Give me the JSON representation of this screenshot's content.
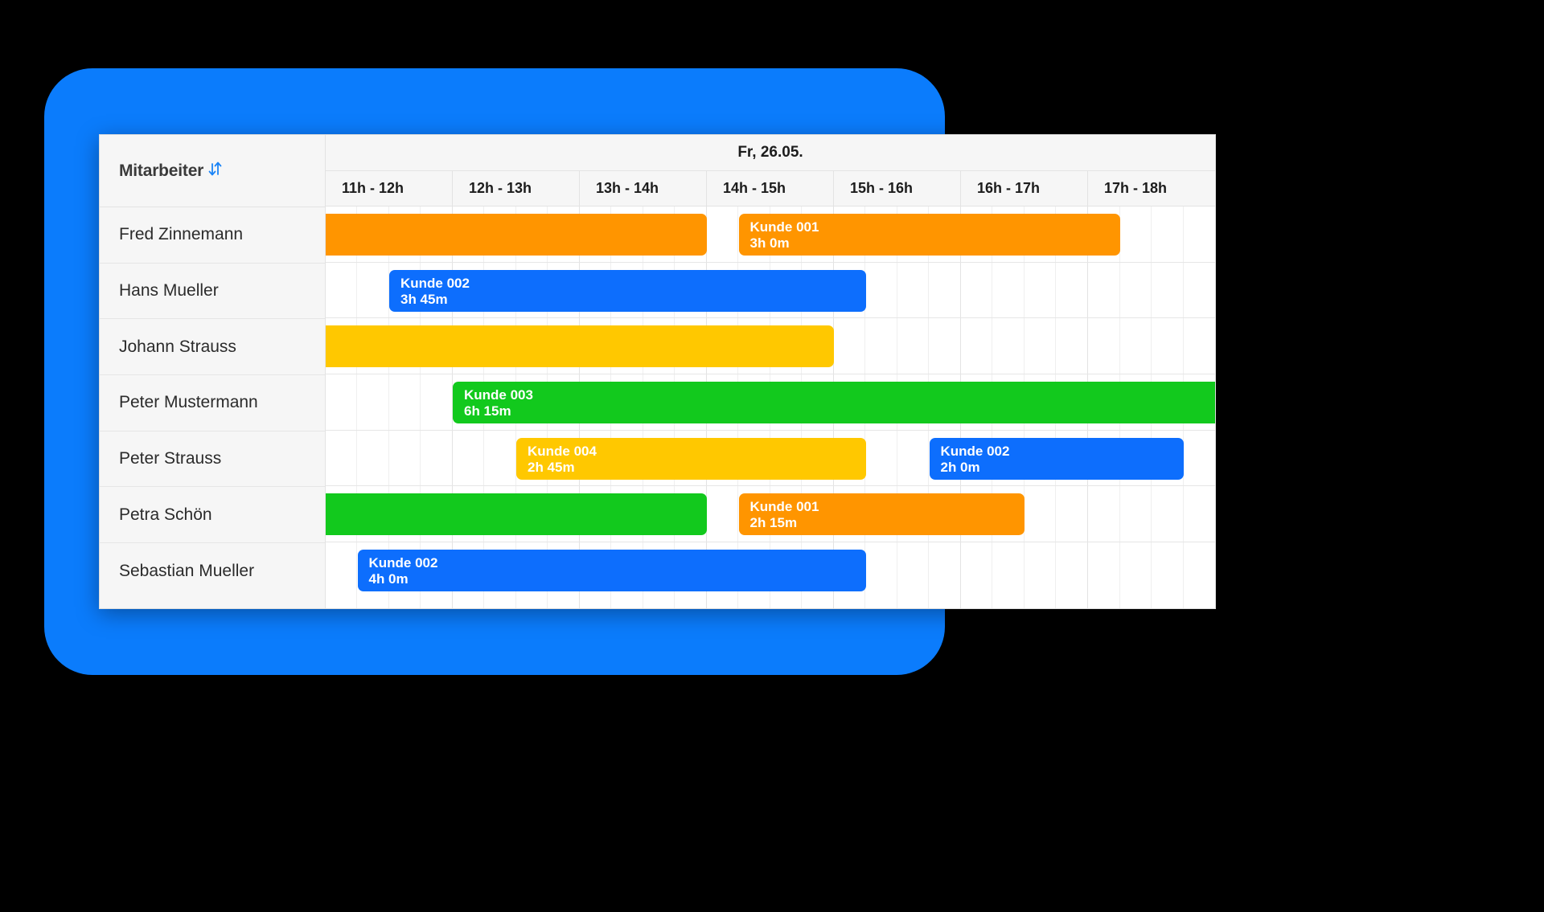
{
  "theme": {
    "backdrop_blue": "#0B7CFC",
    "page_background": "#000000",
    "card_background": "#ffffff",
    "header_background": "#f6f6f6",
    "grid_line": "#e3e3e3",
    "color_orange": "#FF9500",
    "color_blue": "#0D6EFD",
    "color_yellow": "#FFC800",
    "color_green": "#12C91D"
  },
  "table": {
    "resource_header": {
      "label": "Mitarbeiter",
      "sort_icon": "sort-updown-icon"
    },
    "day_header": "Fr, 26.05.",
    "hour_columns": [
      "11h - 12h",
      "12h - 13h",
      "13h - 14h",
      "14h - 15h",
      "15h - 16h",
      "16h - 17h",
      "17h - 18h"
    ],
    "employees": [
      "Fred Zinnemann",
      "Hans Mueller",
      "Johann Strauss",
      "Peter Mustermann",
      "Peter Strauss",
      "Petra Schön",
      "Sebastian Mueller"
    ]
  },
  "chart_data": {
    "type": "bar",
    "title": "Fr, 26.05.",
    "xlabel": "",
    "ylabel": "Mitarbeiter",
    "x_axis_ticks": [
      "11h - 12h",
      "12h - 13h",
      "13h - 14h",
      "14h - 15h",
      "15h - 16h",
      "16h - 17h",
      "17h - 18h"
    ],
    "x_range_hours": [
      11,
      18
    ],
    "grid": true,
    "legend": "none",
    "categories": [
      "Fred Zinnemann",
      "Hans Mueller",
      "Johann Strauss",
      "Peter Mustermann",
      "Peter Strauss",
      "Petra Schön",
      "Sebastian Mueller"
    ],
    "bars": [
      {
        "row": 0,
        "employee": "Fred Zinnemann",
        "title": "",
        "duration": "",
        "color": "#FF9500",
        "start_hour": 11.0,
        "end_hour": 14.0,
        "clipped_left": true,
        "label_visible": false
      },
      {
        "row": 0,
        "employee": "Fred Zinnemann",
        "title": "Kunde 001",
        "duration": "3h 0m",
        "color": "#FF9500",
        "start_hour": 14.25,
        "end_hour": 17.25,
        "clipped_left": false,
        "label_visible": true
      },
      {
        "row": 1,
        "employee": "Hans Mueller",
        "title": "Kunde 002",
        "duration": "3h 45m",
        "color": "#0D6EFD",
        "start_hour": 11.5,
        "end_hour": 15.25,
        "clipped_left": false,
        "label_visible": true
      },
      {
        "row": 2,
        "employee": "Johann Strauss",
        "title": "",
        "duration": "",
        "color": "#FFC800",
        "start_hour": 11.0,
        "end_hour": 15.0,
        "clipped_left": true,
        "label_visible": false
      },
      {
        "row": 3,
        "employee": "Peter Mustermann",
        "title": "Kunde 003",
        "duration": "6h 15m",
        "color": "#12C91D",
        "start_hour": 12.0,
        "end_hour": 18.25,
        "clipped_left": false,
        "clipped_right": true,
        "label_visible": true
      },
      {
        "row": 4,
        "employee": "Peter Strauss",
        "title": "Kunde 004",
        "duration": "2h 45m",
        "color": "#FFC800",
        "start_hour": 12.5,
        "end_hour": 15.25,
        "clipped_left": false,
        "label_visible": true
      },
      {
        "row": 4,
        "employee": "Peter Strauss",
        "title": "Kunde 002",
        "duration": "2h 0m",
        "color": "#0D6EFD",
        "start_hour": 15.75,
        "end_hour": 17.75,
        "clipped_left": false,
        "label_visible": true
      },
      {
        "row": 5,
        "employee": "Petra Schön",
        "title": "",
        "duration": "",
        "color": "#12C91D",
        "start_hour": 11.0,
        "end_hour": 14.0,
        "clipped_left": true,
        "label_visible": false
      },
      {
        "row": 5,
        "employee": "Petra Schön",
        "title": "Kunde 001",
        "duration": "2h 15m",
        "color": "#FF9500",
        "start_hour": 14.25,
        "end_hour": 16.5,
        "clipped_left": false,
        "label_visible": true
      },
      {
        "row": 6,
        "employee": "Sebastian Mueller",
        "title": "Kunde 002",
        "duration": "4h 0m",
        "color": "#0D6EFD",
        "start_hour": 11.25,
        "end_hour": 15.25,
        "clipped_left": false,
        "label_visible": true
      }
    ]
  }
}
